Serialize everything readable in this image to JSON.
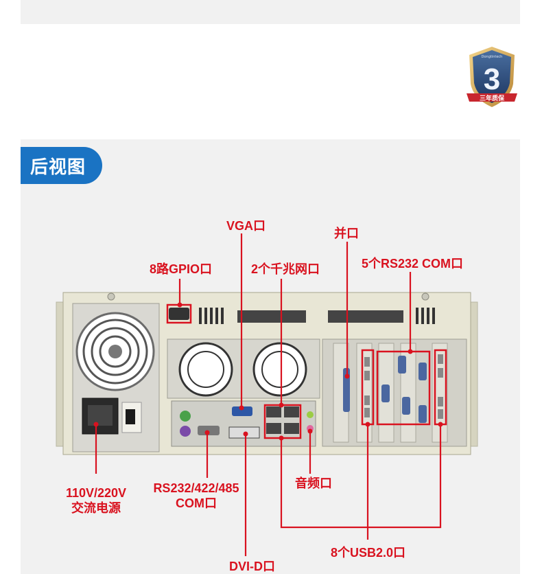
{
  "badge": {
    "number": "3",
    "ribbon_text": "三年质保"
  },
  "section": {
    "title": "后视图"
  },
  "callouts": {
    "vga": "VGA口",
    "parallel": "并口",
    "gpio": "8路GPIO口",
    "lan": "2个千兆网口",
    "com5": "5个RS232 COM口",
    "power_line1": "110V/220V",
    "power_line2": "交流电源",
    "com_line1": "RS232/422/485",
    "com_line2": "COM口",
    "audio": "音频口",
    "usb": "8个USB2.0口",
    "dvi": "DVI-D口"
  },
  "colors": {
    "accent": "#1a73c3",
    "callout": "#d9121f",
    "chassis": "#e8e6d5"
  }
}
